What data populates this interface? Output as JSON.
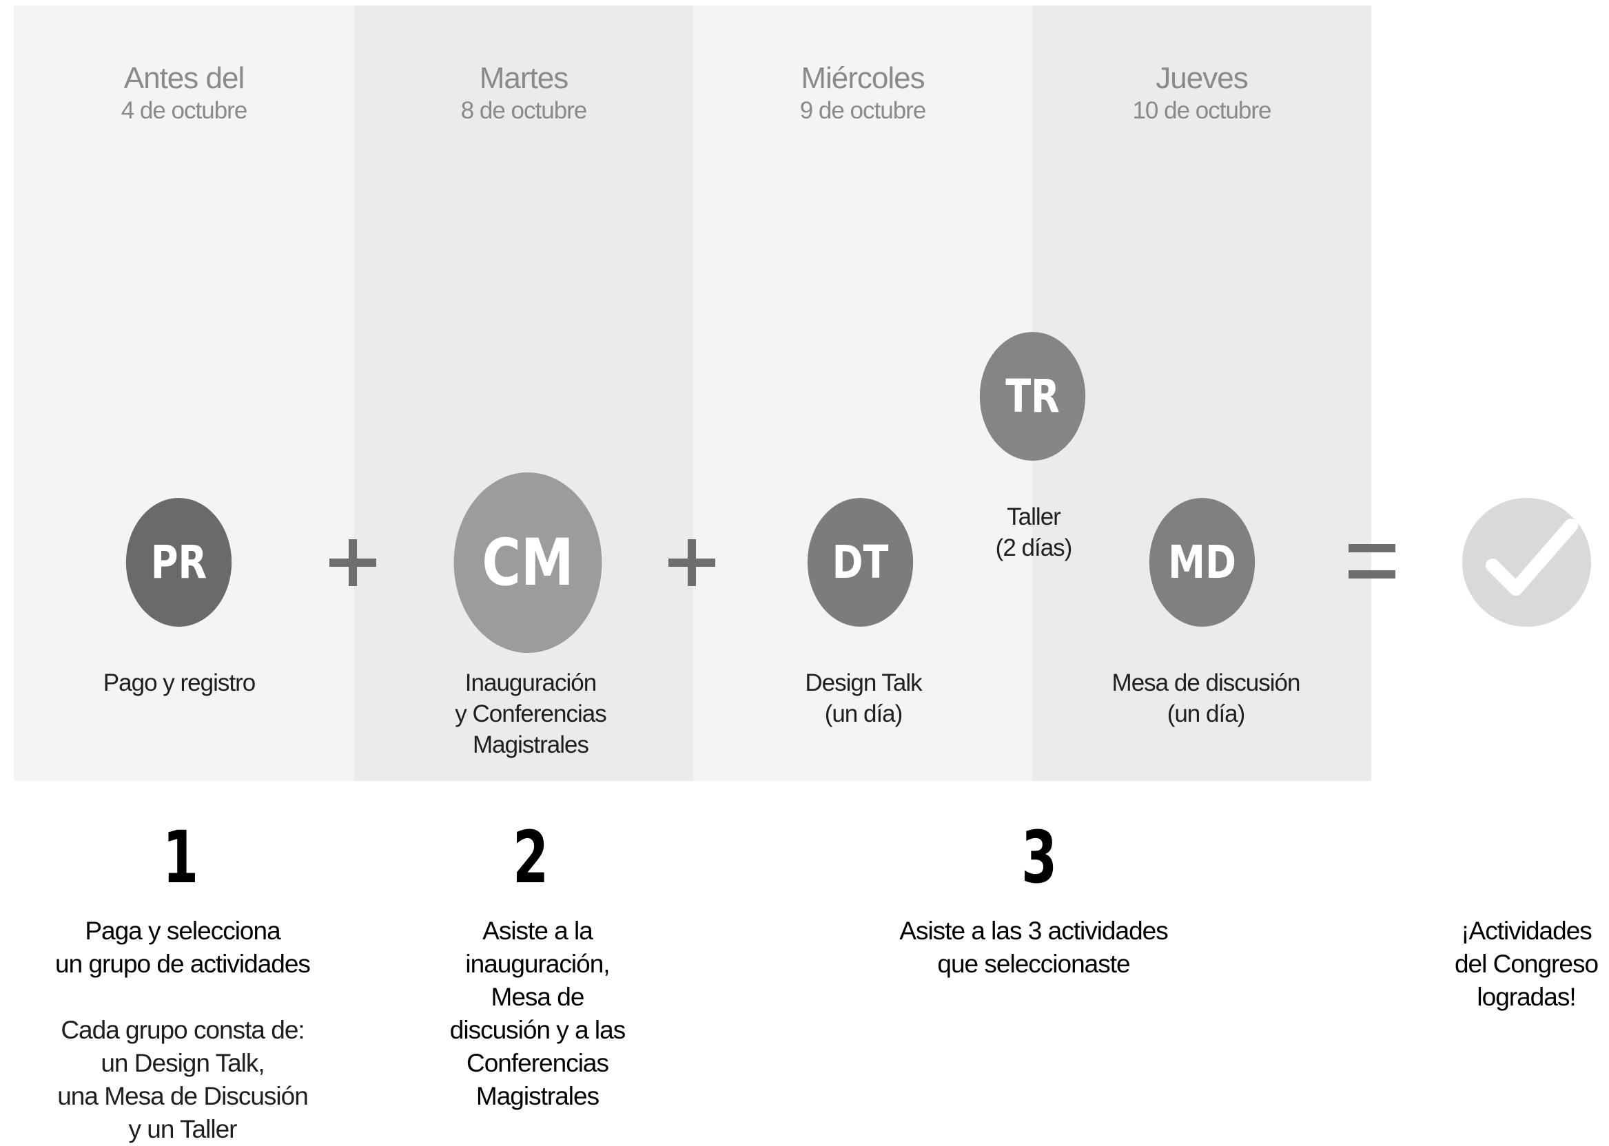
{
  "columns": [
    {
      "day": "Antes del",
      "date": "4 de octubre"
    },
    {
      "day": "Martes",
      "date": "8 de octubre"
    },
    {
      "day": "Miércoles",
      "date": "9 de octubre"
    },
    {
      "day": "Jueves",
      "date": "10 de octubre"
    }
  ],
  "activities": {
    "pr": {
      "code": "PR",
      "label": "Pago y registro"
    },
    "cm": {
      "code": "CM",
      "label": "Inauguración\ny Conferencias\nMagistrales"
    },
    "dt": {
      "code": "DT",
      "label": "Design Talk\n(un día)"
    },
    "tr": {
      "code": "TR",
      "label": "Taller\n(2 días)"
    },
    "md": {
      "code": "MD",
      "label": "Mesa de discusión\n(un día)"
    }
  },
  "operators": [
    "plus",
    "plus",
    "equals"
  ],
  "result_icon": "checkmark-icon",
  "steps": [
    {
      "number": "1",
      "text": "Paga y selecciona\nun grupo de actividades",
      "subtext": "Cada grupo consta de:\nun Design Talk,\nuna Mesa de Discusión\ny un Taller"
    },
    {
      "number": "2",
      "text": "Asiste a la\ninauguración,\nMesa de\ndiscusión y a las\nConferencias\nMagistrales"
    },
    {
      "number": "3",
      "text": "Asiste a las 3 actividades\nque seleccionaste"
    }
  ],
  "result_text": "¡Actividades\ndel Congreso\nlogradas!",
  "colors": {
    "col_light": "#f4f4f4",
    "col_dark": "#ebebeb",
    "pr": "#6a6a6a",
    "cm": "#9c9c9c",
    "dt": "#7c7c7c",
    "tr": "#858585",
    "md": "#808080",
    "operator": "#6e6e6e",
    "check_bg": "#d9d9d9"
  }
}
